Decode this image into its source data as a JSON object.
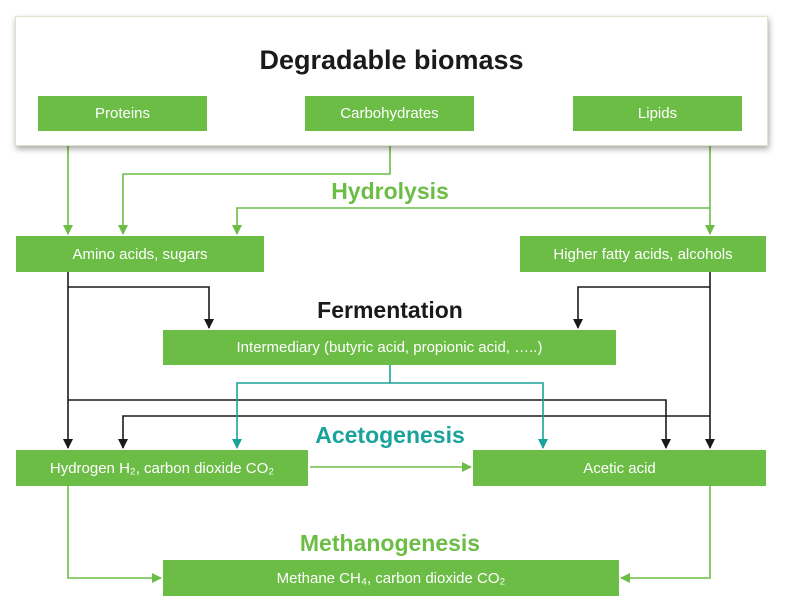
{
  "title": "Degradable biomass",
  "sources": {
    "proteins": "Proteins",
    "carbohydrates": "Carbohydrates",
    "lipids": "Lipids"
  },
  "stages": {
    "hydrolysis": "Hydrolysis",
    "fermentation": "Fermentation",
    "acetogenesis": "Acetogenesis",
    "methanogenesis": "Methanogenesis"
  },
  "products": {
    "amino_acids": "Amino acids, sugars",
    "fatty_acids": "Higher fatty acids, alcohols",
    "intermediary": "Intermediary (butyric acid, propionic acid, …..)",
    "hydrogen": "Hydrogen H₂, carbon dioxide CO₂",
    "acetic_acid": "Acetic acid",
    "methane": "Methane CH₄, carbon dioxide CO₂"
  },
  "colors": {
    "box_green": "#6cbd45",
    "stage_green": "#6cbd45",
    "teal": "#1aa39a",
    "dark_arrow": "#1a1a1a"
  }
}
